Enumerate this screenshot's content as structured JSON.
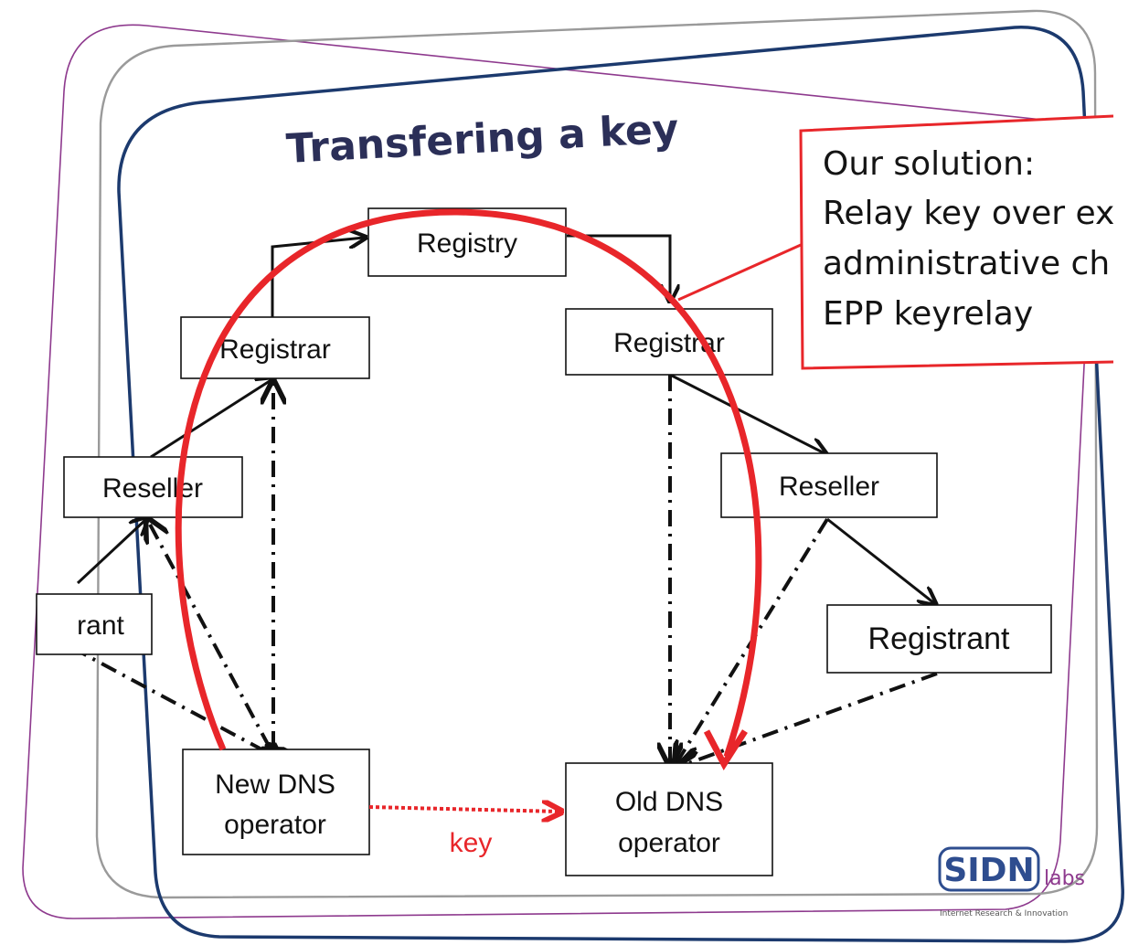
{
  "slide": {
    "title": "Transfering a key",
    "solution_lines": [
      "Our solution:",
      "Relay key over ex",
      "administrative ch",
      "EPP keyrelay"
    ]
  },
  "nodes": {
    "registry": "Registry",
    "registrar_left": "Registrar",
    "registrar_right": "Registrar",
    "reseller_left": "Reseller",
    "reseller_right": "Reseller",
    "registrant_left": "rant",
    "registrant_right": "Registrant",
    "new_dns_line1": "New DNS",
    "new_dns_line2": "operator",
    "old_dns_line1": "Old DNS",
    "old_dns_line2": "operator"
  },
  "edge_label_key": "key",
  "logo": {
    "wordmark": "SIDN",
    "suffix": "labs",
    "tagline": "Internet Research & Innovation"
  },
  "colors": {
    "arc": "#e8262a",
    "title": "#2b2f58",
    "frame_outer": "#1c3a6e",
    "frame_purple": "#8e3a8e",
    "frame_gray": "#9a9a9a"
  }
}
